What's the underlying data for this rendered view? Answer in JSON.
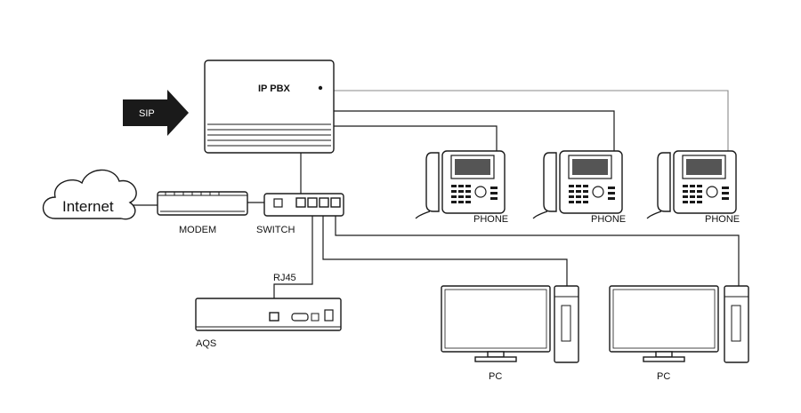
{
  "diagram": {
    "sip_label": "SIP",
    "pbx_label": "IP PBX",
    "internet_label": "Internet",
    "modem_label": "MODEM",
    "switch_label": "SWITCH",
    "rj45_label": "RJ45",
    "aqs_label": "AQS",
    "phones": [
      {
        "label": "PHONE"
      },
      {
        "label": "PHONE"
      },
      {
        "label": "PHONE"
      }
    ],
    "pcs": [
      {
        "label": "PC"
      },
      {
        "label": "PC"
      }
    ]
  },
  "colors": {
    "line": "#1a1a1a",
    "grey_line": "#8a8a8a",
    "arrow_fill": "#1a1a1a",
    "arrow_text": "#ffffff"
  }
}
